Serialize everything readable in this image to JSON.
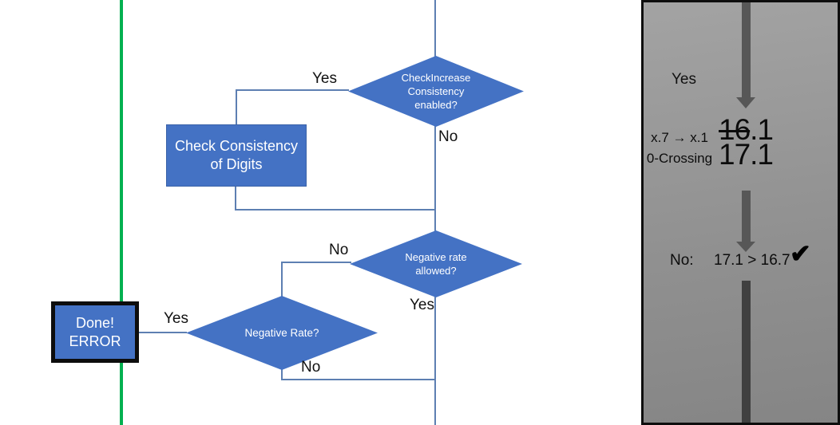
{
  "colors": {
    "shape-blue": "#4472C4",
    "connector-blue": "#5d7fb2",
    "green-line": "#00B050",
    "arrow-gray": "#575757",
    "bar-gray": "#404040",
    "panel-border": "#0e0e0e"
  },
  "flowchart": {
    "decision_check_increase": {
      "lines": [
        "CheckIncrease",
        "Consistency",
        "enabled?"
      ]
    },
    "process_check_consistency": {
      "lines": [
        "Check Consistency",
        "of Digits"
      ]
    },
    "decision_negative_rate_allowed": {
      "lines": [
        "Negative rate",
        "allowed?"
      ]
    },
    "decision_negative_rate": {
      "label": "Negative Rate?"
    },
    "terminator_done_error": {
      "lines": [
        "Done!",
        "ERROR"
      ]
    },
    "labels": {
      "yes_top": "Yes",
      "no_top": "No",
      "no_mid": "No",
      "yes_mid": "Yes",
      "yes_done": "Yes",
      "no_bottom": "No"
    }
  },
  "side_panel": {
    "yes_label": "Yes",
    "rule": {
      "line1": "x.7 → x.1",
      "line2": "0-Crossing"
    },
    "values": {
      "old_struck": "16",
      "old_rest": ".1",
      "new": "17.1"
    },
    "result": {
      "prefix": "No:",
      "comparison": "17.1 > 16.7",
      "checkmark": "✔"
    }
  }
}
